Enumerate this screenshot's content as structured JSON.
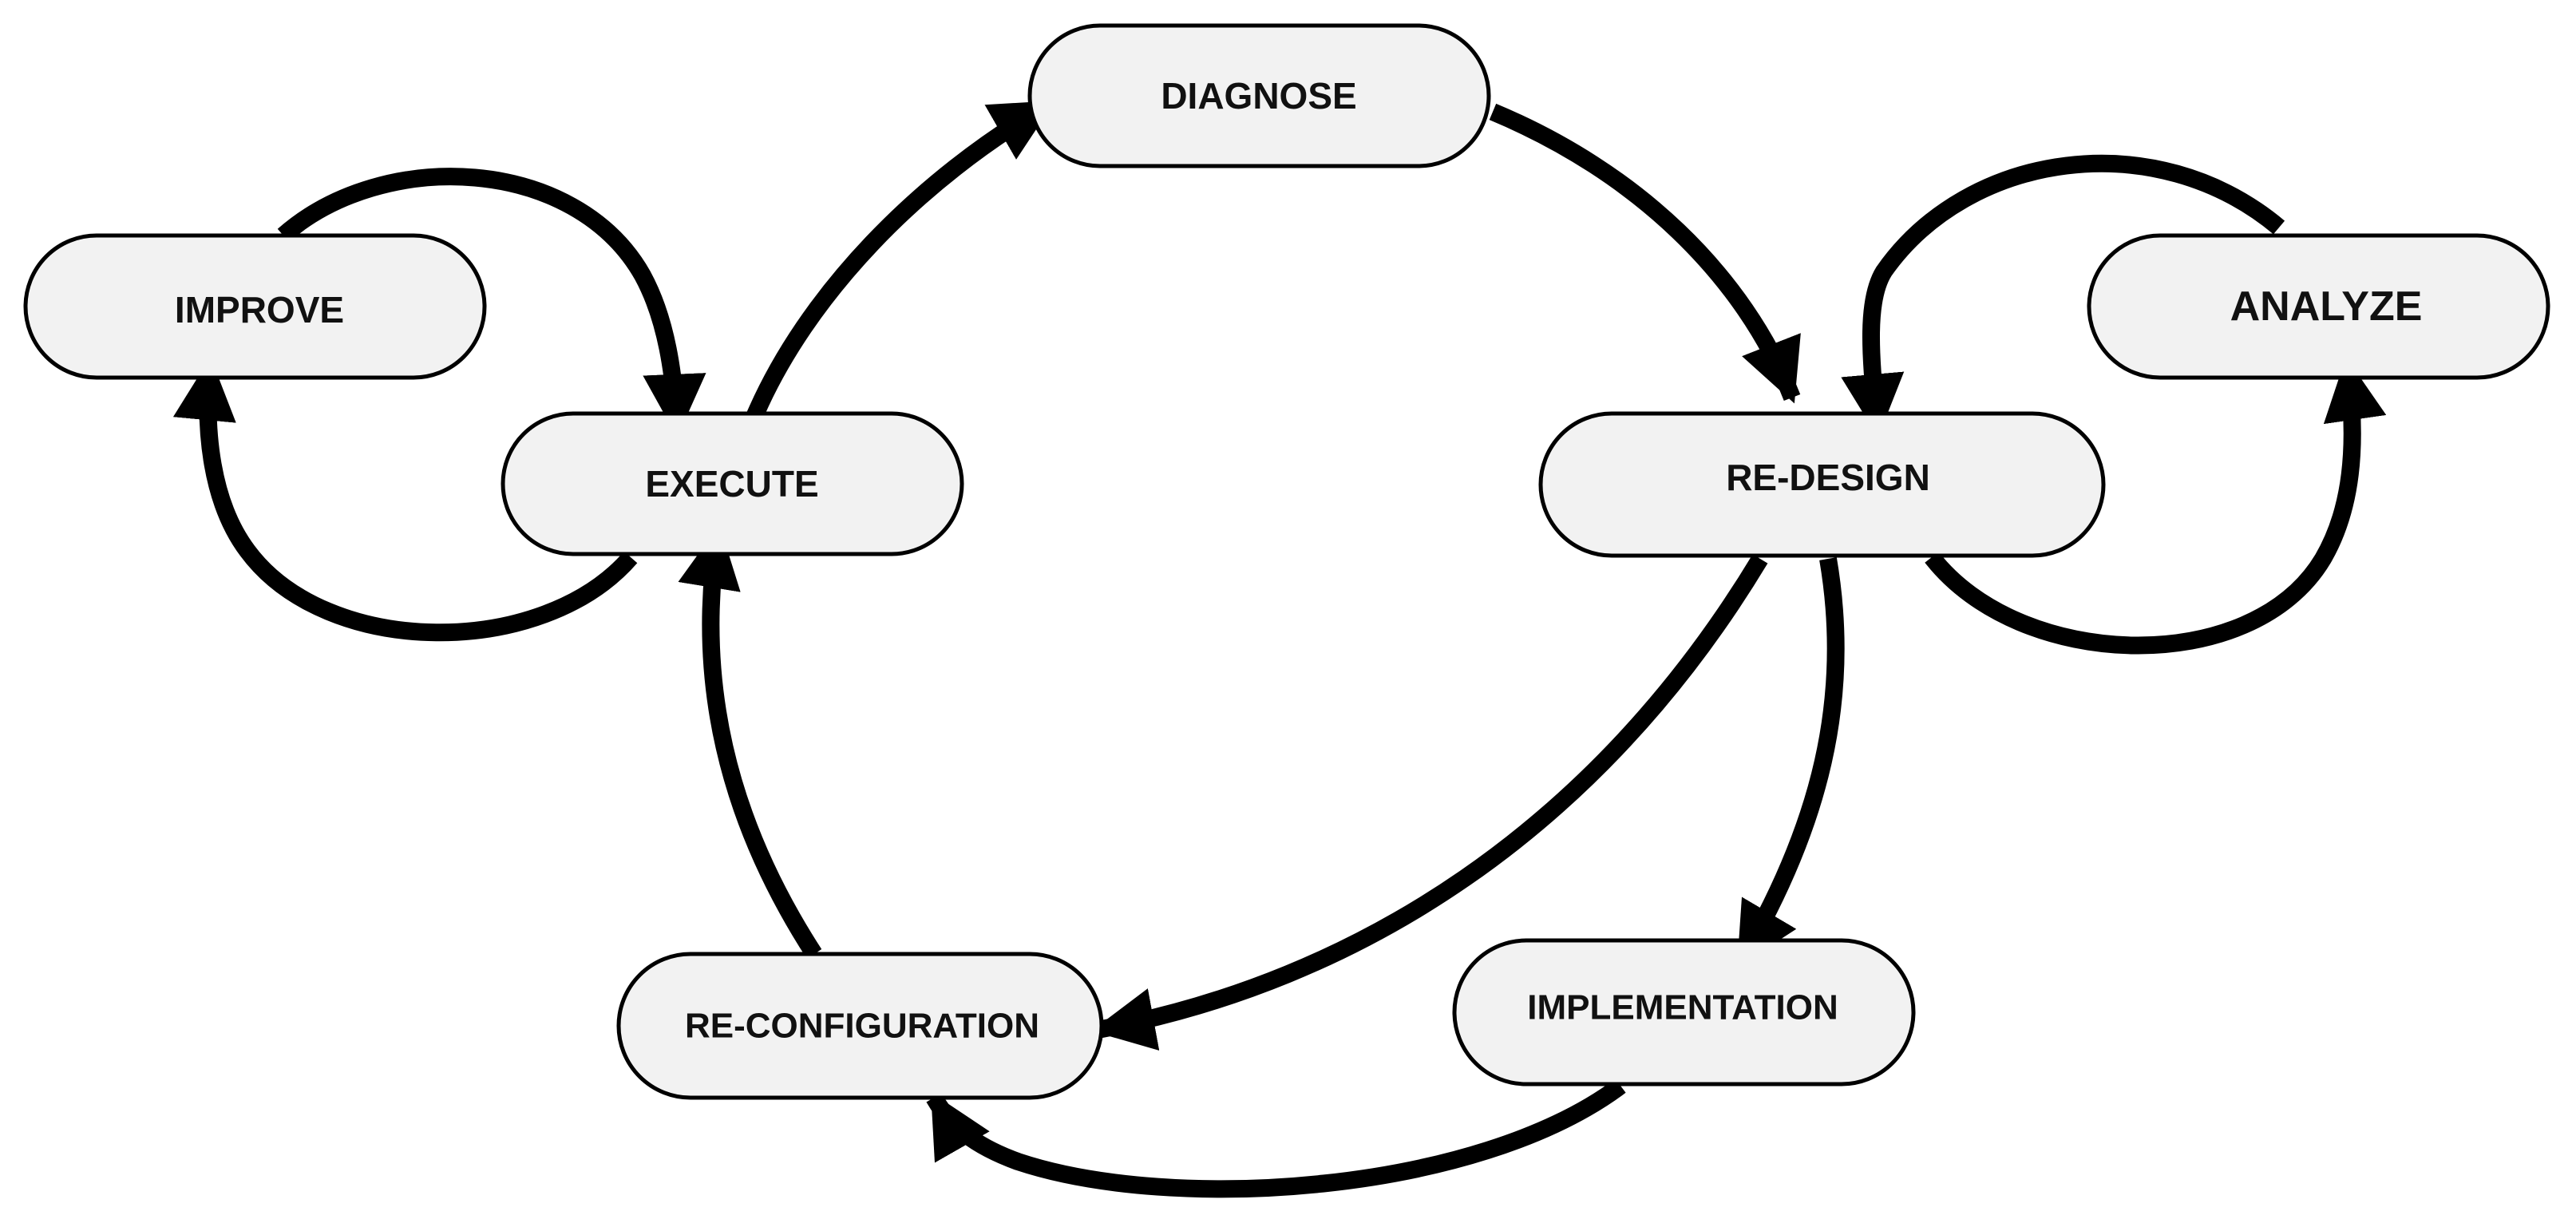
{
  "diagram": {
    "nodes": [
      {
        "id": "diagnose",
        "label": "DIAGNOSE"
      },
      {
        "id": "improve",
        "label": "IMPROVE"
      },
      {
        "id": "execute",
        "label": "EXECUTE"
      },
      {
        "id": "redesign",
        "label": "RE-DESIGN"
      },
      {
        "id": "analyze",
        "label": "ANALYZE"
      },
      {
        "id": "reconfiguration",
        "label": "RE-CONFIGURATION"
      },
      {
        "id": "implementation",
        "label": "IMPLEMENTATION"
      }
    ],
    "edges": [
      {
        "from": "execute",
        "to": "diagnose"
      },
      {
        "from": "diagnose",
        "to": "redesign"
      },
      {
        "from": "analyze",
        "to": "redesign"
      },
      {
        "from": "redesign",
        "to": "analyze"
      },
      {
        "from": "execute",
        "to": "improve"
      },
      {
        "from": "improve",
        "to": "execute"
      },
      {
        "from": "redesign",
        "to": "reconfiguration"
      },
      {
        "from": "redesign",
        "to": "implementation"
      },
      {
        "from": "implementation",
        "to": "reconfiguration"
      },
      {
        "from": "reconfiguration",
        "to": "execute"
      }
    ],
    "colors": {
      "node_fill": "#f2f2f2",
      "stroke": "#000000",
      "text": "#111111",
      "background": "#ffffff"
    }
  }
}
